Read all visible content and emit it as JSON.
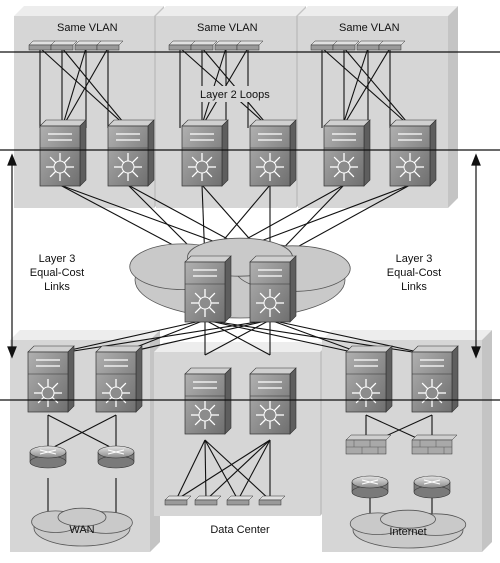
{
  "labels": {
    "same_vlan": [
      "Same VLAN",
      "Same VLAN",
      "Same VLAN"
    ],
    "layer2_loops": "Layer 2 Loops",
    "layer3_left": [
      "Layer 3",
      "Equal-Cost",
      "Links"
    ],
    "layer3_right": [
      "Layer 3",
      "Equal-Cost",
      "Links"
    ],
    "wan": "WAN",
    "data_center": "Data Center",
    "internet": "Internet"
  },
  "icons": {
    "multilayer_switch": "multilayer-switch-icon",
    "access_switch": "access-switch-icon",
    "router": "router-icon",
    "firewall": "firewall-icon",
    "cloud": "cloud-icon"
  },
  "colors": {
    "block_fill": "#d6d6d6",
    "block_edge": "#ededed",
    "device_dark": "#8c8c8c",
    "device_light": "#b8b8b8",
    "cloud": "#c9c9c9",
    "line": "#111111"
  }
}
